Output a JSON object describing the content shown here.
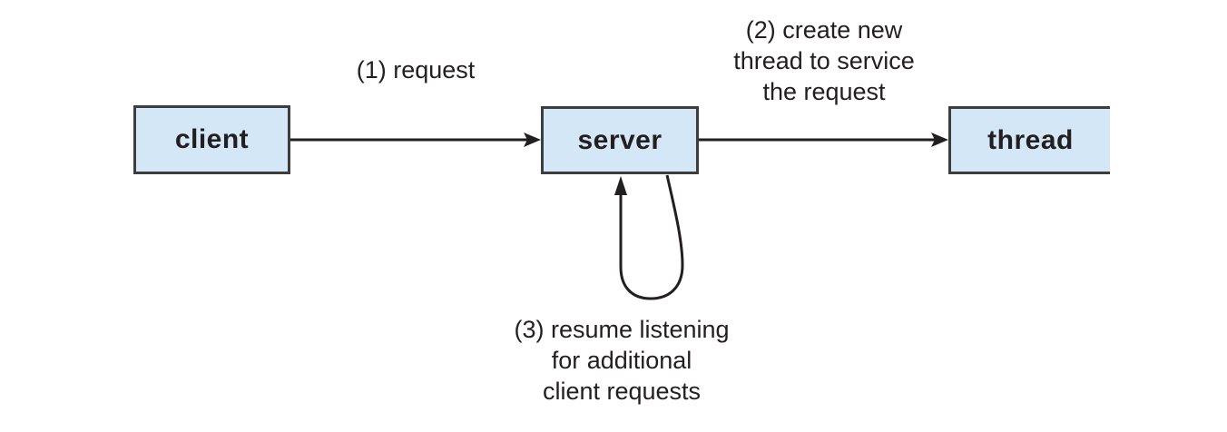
{
  "diagram": {
    "boxes": [
      {
        "id": "client",
        "label": "client"
      },
      {
        "id": "server",
        "label": "server"
      },
      {
        "id": "thread",
        "label": "thread"
      }
    ],
    "annotations": {
      "step1": "(1) request",
      "step2": "(2) create new\nthread to service\nthe request",
      "step3": "(3) resume listening\nfor additional\nclient requests"
    },
    "colors": {
      "box_fill": "#d3e7f6",
      "box_border": "#3d3d3d",
      "line": "#231f20",
      "text": "#231f20",
      "background": "#ffffff"
    }
  }
}
